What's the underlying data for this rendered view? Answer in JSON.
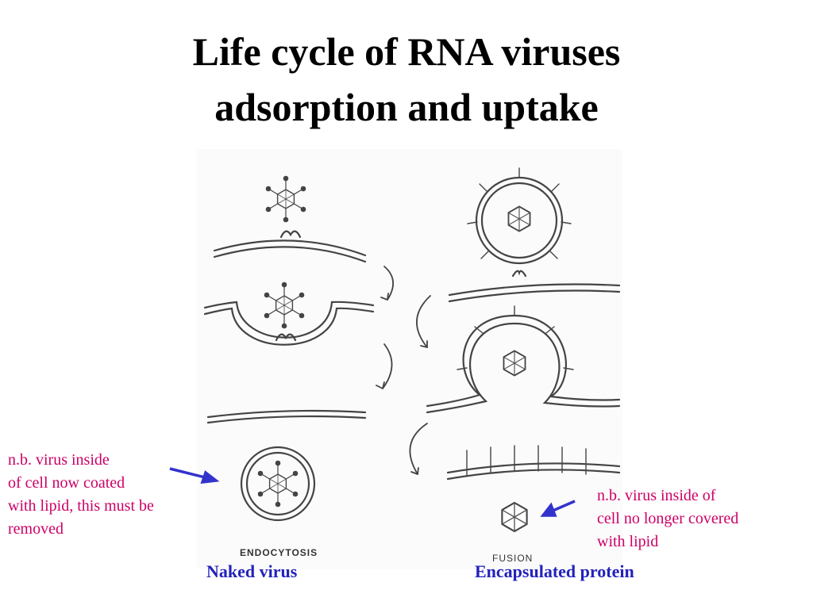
{
  "title_lines": [
    "Life cycle of RNA viruses",
    "adsorption and uptake"
  ],
  "diagram": {
    "endocytosis_label": "ENDOCYTOSIS",
    "fusion_label": "FUSION"
  },
  "note_left_lines": [
    "n.b. virus inside",
    "of cell now coated",
    "with lipid, this must be",
    "removed"
  ],
  "note_right_lines": [
    "n.b. virus inside of",
    "cell no longer covered",
    "with lipid"
  ],
  "caption_left": "Naked virus",
  "caption_right": "Encapsulated protein",
  "colors": {
    "note": "#cc0066",
    "caption": "#2222bb",
    "arrow": "#3333cc"
  }
}
